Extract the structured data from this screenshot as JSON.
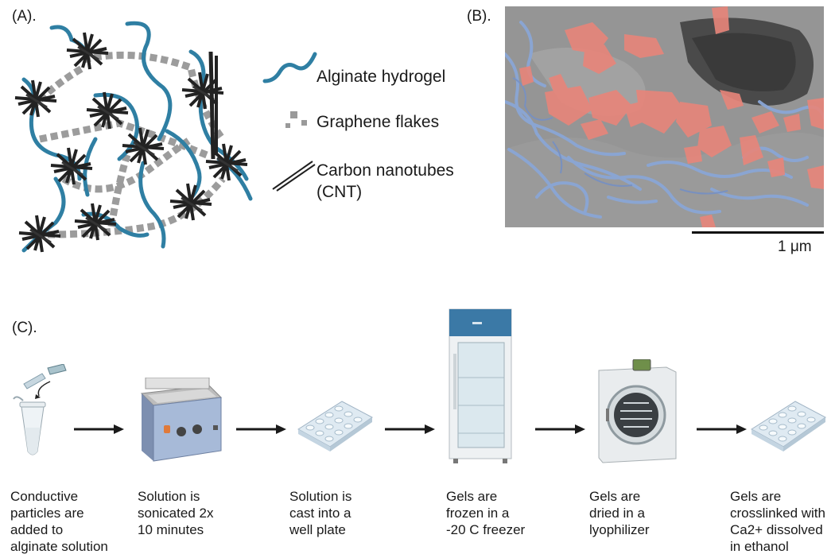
{
  "panels": {
    "a": {
      "label": "(A)."
    },
    "b": {
      "label": "(B).",
      "scale_bar": "1 μm"
    },
    "c": {
      "label": "(C)."
    }
  },
  "legend": [
    {
      "icon": "alginate-strand-icon",
      "text": "Alginate hydrogel"
    },
    {
      "icon": "graphene-flakes-icon",
      "text": "Graphene flakes"
    },
    {
      "icon": "carbon-nanotubes-icon",
      "text": "Carbon nanotubes\n(CNT)"
    }
  ],
  "steps": [
    {
      "icon": "tube-and-particles-icon",
      "text": "Conductive\nparticles are\nadded to\nalginate solution"
    },
    {
      "icon": "sonicator-icon",
      "text": "Solution is\nsonicated 2x\n10 minutes"
    },
    {
      "icon": "well-plate-icon",
      "text": "Solution is\ncast into a\nwell plate"
    },
    {
      "icon": "freezer-icon",
      "text": "Gels are\nfrozen in a\n-20 C freezer"
    },
    {
      "icon": "lyophilizer-icon",
      "text": "Gels are\ndried in a\nlyophilizer"
    },
    {
      "icon": "well-plate-icon",
      "text": "Gels are\ncrosslinked with\nCa2+ dissolved\nin ethanol"
    }
  ],
  "colors": {
    "alginate": "#2f7fa3",
    "graphene": "#9a9a9a",
    "cnt": "#1f1f1f",
    "sem_background": "#8c8c8c",
    "graphene_overlay": "#e8857a",
    "alginate_overlay": "#8aa6d6",
    "freezer_top": "#3b79a6"
  }
}
